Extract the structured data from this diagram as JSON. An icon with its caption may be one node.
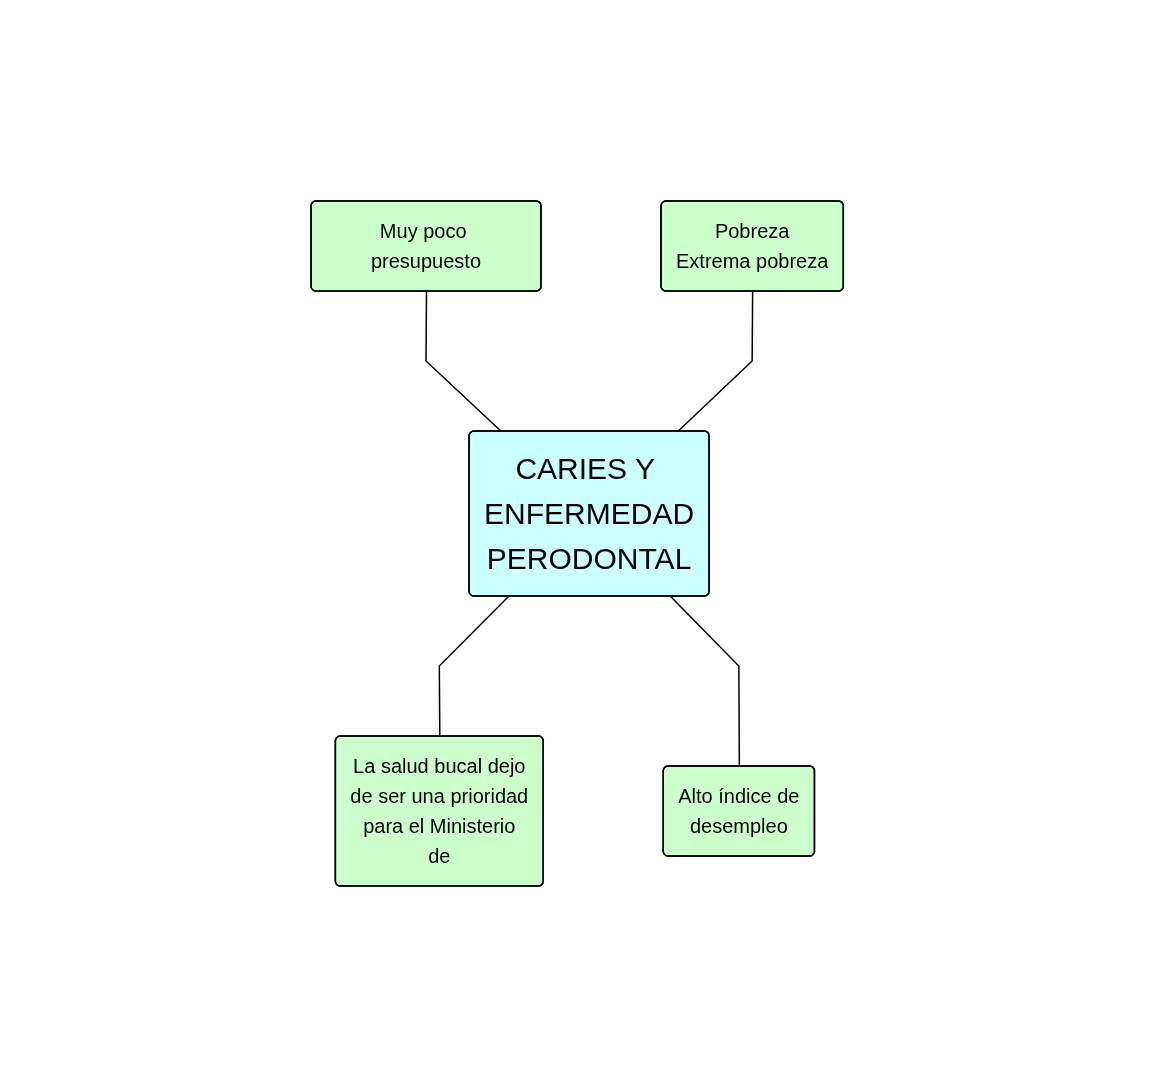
{
  "diagram": {
    "nodes": [
      {
        "text": [
          "Muy poco presupuesto"
        ]
      },
      {
        "text": [
          "Pobreza",
          "Extrema pobreza"
        ]
      },
      {
        "text": [
          "CARIES Y ENFERMEDAD PERODONTAL"
        ]
      },
      {
        "text": [
          "La salud bucal dejo de ser una prioridad para el Ministerio de"
        ]
      },
      {
        "text": [
          "Alto índice de desempleo"
        ]
      }
    ],
    "edges": [
      {
        "from": 0,
        "to": 2,
        "arrow": "none"
      },
      {
        "from": 1,
        "to": 2,
        "arrow": "none"
      },
      {
        "from": 2,
        "to": 3,
        "arrow": "none"
      },
      {
        "from": 2,
        "to": 4,
        "arrow": "none"
      }
    ]
  }
}
